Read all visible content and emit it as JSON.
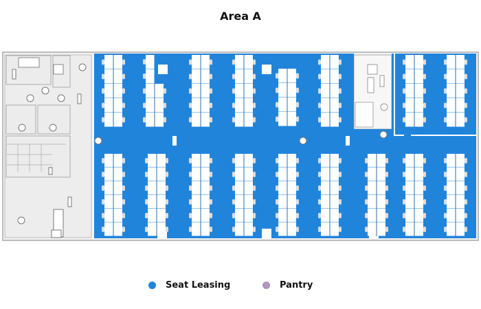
{
  "title": "Area A",
  "legend": [
    {
      "label": "Seat Leasing",
      "color": "#2184DB"
    },
    {
      "label": "Pantry",
      "color": "#AD97C0"
    }
  ],
  "colors": {
    "seat_area": "#2184DB",
    "support_area": "#EDEDED",
    "wall": "#BDBDBD",
    "desk": "#FFFFFF"
  }
}
